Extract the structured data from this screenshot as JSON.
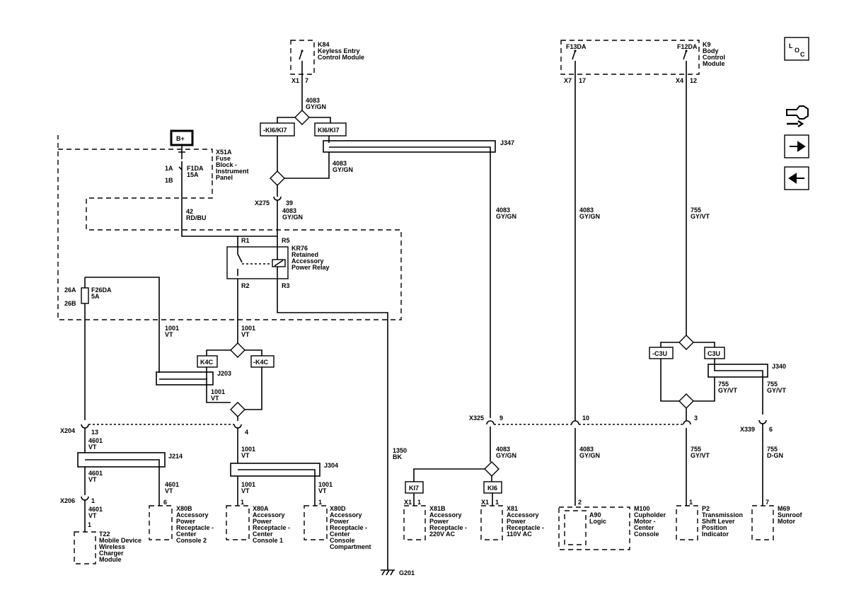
{
  "nav": {
    "loc_l": "L",
    "loc_o": "O",
    "loc_c": "C"
  },
  "modules": {
    "k84": [
      "K84",
      "Keyless Entry",
      "Control Module"
    ],
    "k9": [
      "K9",
      "Body",
      "Control",
      "Module"
    ],
    "x51a": [
      "X51A",
      "Fuse",
      "Block -",
      "Instrument",
      "Panel"
    ],
    "kr76": [
      "KR76",
      "Retained",
      "Accessory",
      "Power Relay"
    ],
    "t22": [
      "T22",
      "Mobile Device",
      "Wireless",
      "Charger",
      "Module"
    ],
    "x80b": [
      "X80B",
      "Accessory",
      "Power",
      "Receptacle -",
      "Center",
      "Console 2"
    ],
    "x80a": [
      "X80A",
      "Accessory",
      "Power",
      "Receptacle -",
      "Center",
      "Console 1"
    ],
    "x80d": [
      "X80D",
      "Accessory",
      "Power",
      "Receptacle -",
      "Center",
      "Console",
      "Compartment"
    ],
    "x81b": [
      "X81B",
      "Accessory",
      "Power",
      "Receptacle -",
      "220V AC"
    ],
    "x81": [
      "X81",
      "Accessory",
      "Power",
      "Receptacle -",
      "110V AC"
    ],
    "a90": [
      "A90",
      "Logic"
    ],
    "m100": [
      "M100",
      "Cupholder",
      "Motor -",
      "Center",
      "Console"
    ],
    "p2": [
      "P2",
      "Transmission",
      "Shift Lever",
      "Position",
      "Indicator"
    ],
    "m69": [
      "M69",
      "Sunroof",
      "Motor"
    ]
  },
  "source": {
    "bplus": "B+"
  },
  "fuses": {
    "f1da": [
      "F1DA",
      "15A"
    ],
    "f1da_pins": [
      "1A",
      "1B"
    ],
    "f26da": [
      "F26DA",
      "5A"
    ],
    "f26da_pins": [
      "26A",
      "26B"
    ],
    "f13da": "F13DA",
    "f12da": "F12DA"
  },
  "relay_pins": {
    "r1": "R1",
    "r2": "R2",
    "r3": "R3",
    "r5": "R5"
  },
  "options": {
    "ki6ki7_neg": "-KI6/KI7",
    "ki6ki7": "KI6/KI7",
    "k4c": "K4C",
    "k4c_neg": "-K4C",
    "c3u_neg": "-C3U",
    "c3u": "C3U",
    "ki7": "KI7",
    "ki6": "KI6"
  },
  "splices": {
    "j347": "J347",
    "j203": "J203",
    "j214": "J214",
    "j304": "J304",
    "j340": "J340"
  },
  "connectors": {
    "k84_conn": "X1",
    "k84_pin": "7",
    "k9_conn_x7": "X7",
    "k9_pin_x7": "17",
    "k9_conn_x4": "X4",
    "k9_pin_x4": "12",
    "x275": "X275",
    "x275_pin": "39",
    "x204": "X204",
    "x204_pin": "13",
    "x206": "X206",
    "x206_pin": "1",
    "t22_pin": "1",
    "x80b_pin": "6",
    "x80a_pin": "1",
    "x80d_pin": "1",
    "x204_pin4": "4",
    "x325": "X325",
    "x325_pin9": "9",
    "x325_pin10": "10",
    "x325_pin3": "3",
    "x339": "X339",
    "x339_pin": "6",
    "x81b_conn": "X1",
    "x81b_pin": "1",
    "x81_conn": "X1",
    "x81_pin": "1",
    "a90_pin": "2",
    "p2_pin": "1",
    "m69_pin": "7"
  },
  "wires": {
    "w4083a": [
      "4083",
      "GY/GN"
    ],
    "w4083b": [
      "4083",
      "GY/GN"
    ],
    "w4083c": [
      "4083",
      "GY/GN"
    ],
    "w4083d": [
      "4083",
      "GY/GN"
    ],
    "w4083e": [
      "4083",
      "GY/GN"
    ],
    "w4083f": [
      "4083",
      "GY/GN"
    ],
    "w4083g": [
      "4083",
      "GY/GN"
    ],
    "w755a": [
      "755",
      "GY/VT"
    ],
    "w755b": [
      "755",
      "GY/VT"
    ],
    "w755c": [
      "755",
      "GY/VT"
    ],
    "w755d": [
      "755",
      "GY/VT"
    ],
    "w755e": [
      "755",
      "D-GN"
    ],
    "w42": [
      "42",
      "RD/BU"
    ],
    "w1001a": [
      "1001",
      "VT"
    ],
    "w1001b": [
      "1001",
      "VT"
    ],
    "w1001c": [
      "1001",
      "VT"
    ],
    "w1001d": [
      "1001",
      "VT"
    ],
    "w1001e": [
      "1001",
      "VT"
    ],
    "w1001f": [
      "1001",
      "VT"
    ],
    "w4601a": [
      "4601",
      "VT"
    ],
    "w4601b": [
      "4601",
      "VT"
    ],
    "w4601c": [
      "4601",
      "VT"
    ],
    "w4601d": [
      "4601",
      "VT"
    ],
    "w1350": [
      "1350",
      "BK"
    ]
  },
  "ground": {
    "g201": "G201"
  }
}
